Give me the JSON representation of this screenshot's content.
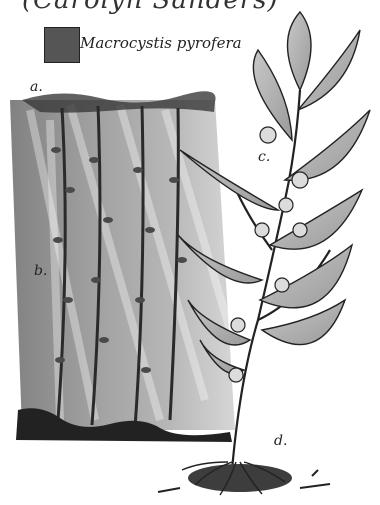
{
  "header": {
    "partial_text": "(Carolyn Sanders)",
    "title": "Macrocystis pyrofera"
  },
  "labels": {
    "a": "a.",
    "b": "b.",
    "c": "c.",
    "d": "d."
  },
  "colors": {
    "ink": "#222222",
    "shade_dark": "#5a5a5a",
    "shade_mid": "#8c8c8c",
    "blade_fill": "#b3b3b3",
    "float_fill": "#d9d9d9",
    "background": "#ffffff"
  }
}
